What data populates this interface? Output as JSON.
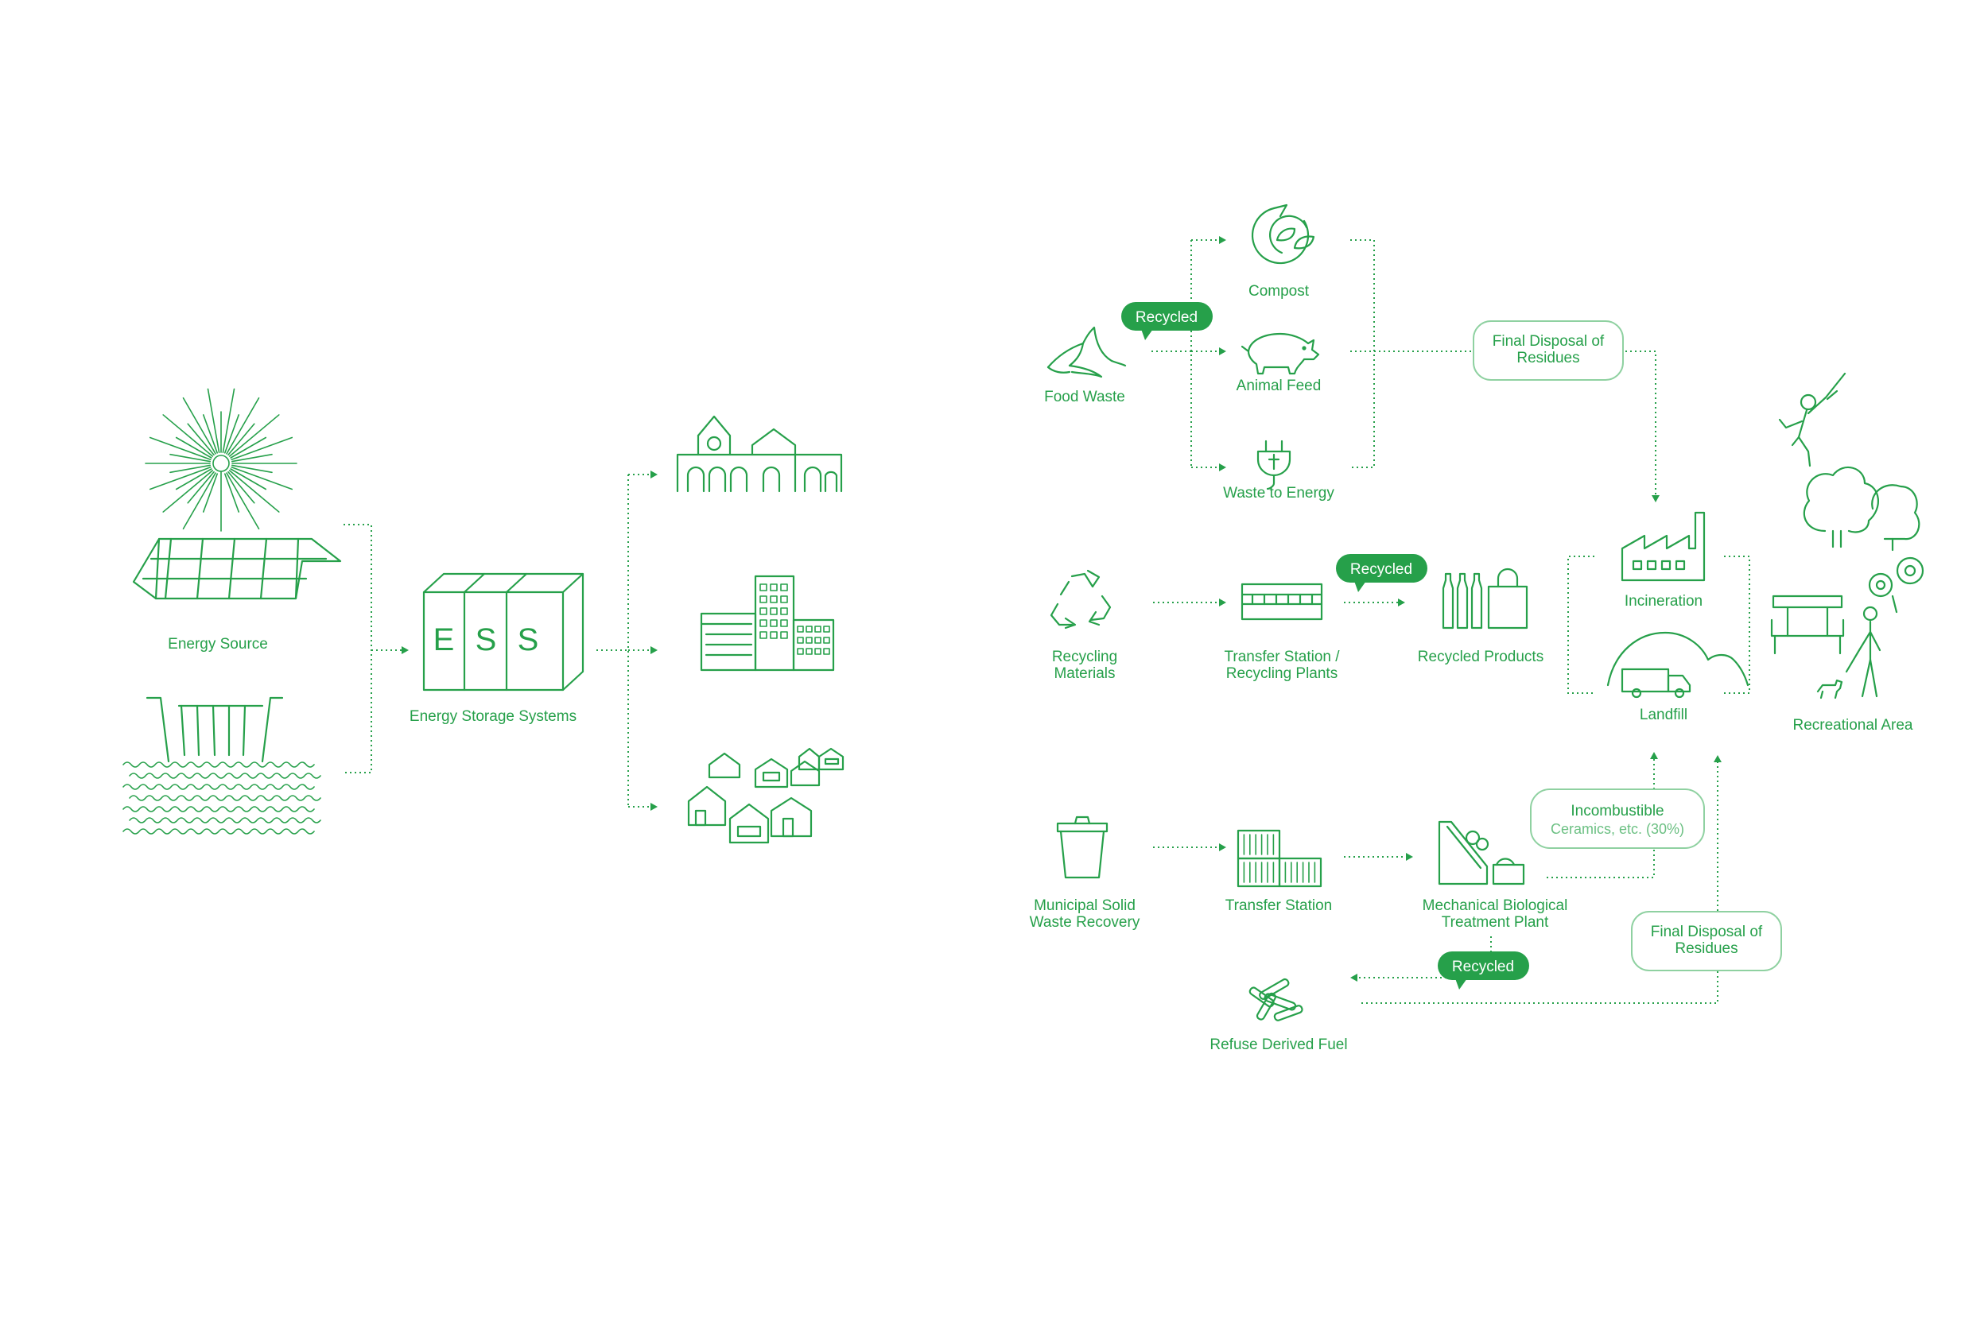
{
  "colors": {
    "primary_green": "#26a04a",
    "light_green": "#8fd1a1",
    "background": "#ffffff"
  },
  "energy": {
    "source_label": "Energy Source",
    "ess_label": "Energy Storage Systems",
    "ess_letters": [
      "E",
      "S",
      "S"
    ],
    "icons": [
      "sun-icon",
      "solar-panel-icon",
      "dam-icon",
      "public-building-icon",
      "office-building-icon",
      "houses-icon"
    ]
  },
  "waste": {
    "food_waste": "Food Waste",
    "compost": "Compost",
    "animal_feed": "Animal Feed",
    "waste_to_energy": "Waste to Energy",
    "recycling_materials": [
      "Recycling",
      "Materials"
    ],
    "transfer_station_recycling": [
      "Transfer Station /",
      "Recycling Plants"
    ],
    "recycled_products": "Recycled Products",
    "municipal_solid_waste": [
      "Municipal Solid",
      "Waste Recovery"
    ],
    "transfer_station": "Transfer Station",
    "mbt_plant": [
      "Mechanical Biological",
      "Treatment Plant"
    ],
    "refuse_derived_fuel": "Refuse Derived Fuel",
    "incineration": "Incineration",
    "landfill": "Landfill",
    "recreational_area": "Recreational Area",
    "recycled_tag": "Recycled",
    "final_disposal": [
      "Final Disposal of",
      "Residues"
    ],
    "incombustible": "Incombustible",
    "incombustible_note": "Ceramics, etc. (30%)"
  }
}
